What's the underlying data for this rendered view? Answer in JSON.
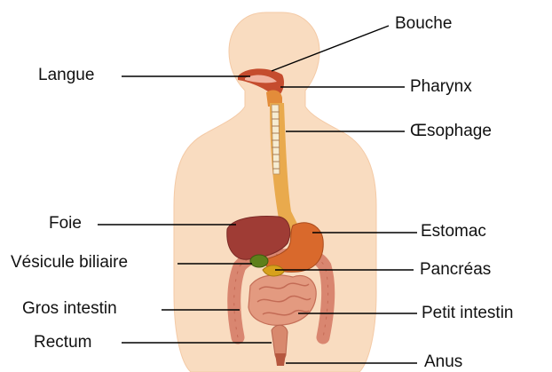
{
  "labels": {
    "bouche": "Bouche",
    "langue": "Langue",
    "pharynx": "Pharynx",
    "oesophage": "Œsophage",
    "foie": "Foie",
    "estomac": "Estomac",
    "vesicule": "Vésicule biliaire",
    "pancreas": "Pancréas",
    "gros_intestin": "Gros intestin",
    "petit_intestin": "Petit intestin",
    "rectum": "Rectum",
    "anus": "Anus"
  },
  "colors": {
    "body": "#f9dcc0",
    "body_edge": "#f3c9a3",
    "liver": "#9e3b35",
    "stomach": "#d96a2e",
    "esophagus": "#e7a74a",
    "gallbladder": "#5d7f1a",
    "pancreas": "#d8a31d",
    "intestine": "#dc8a74",
    "line": "#000000"
  }
}
